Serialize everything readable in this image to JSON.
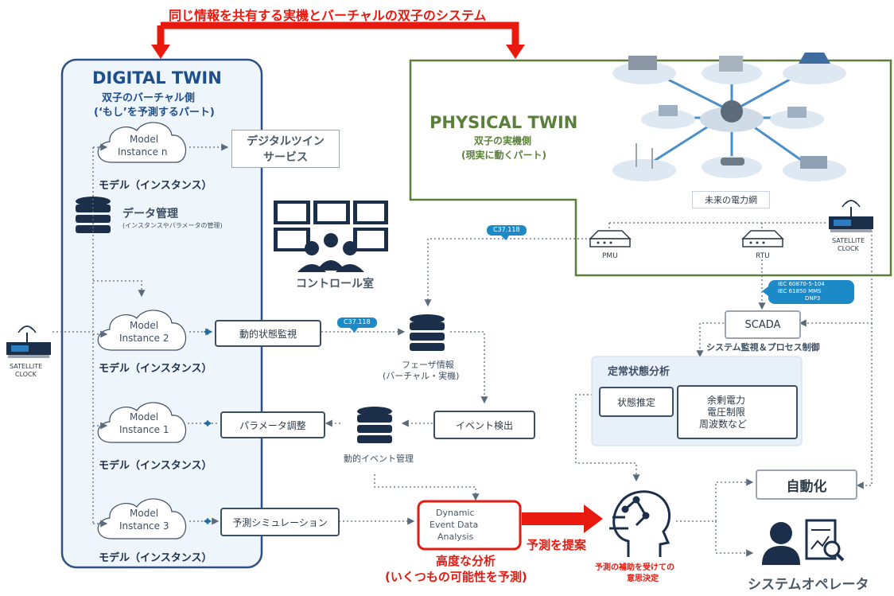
{
  "top_banner": "同じ情報を共有する実機とバーチャルの双子のシステム",
  "digital_twin": {
    "title": "DIGITAL TWIN",
    "subtitle1": "双子のバーチャル側",
    "subtitle2": "(‘もし’を予測するパート)",
    "models": [
      {
        "name": "Model",
        "instance": "Instance n",
        "caption": "モデル（インスタンス）"
      },
      {
        "name": "Model",
        "instance": "Instance 2",
        "caption": "モデル（インスタンス）"
      },
      {
        "name": "Model",
        "instance": "Instance 1",
        "caption": "モデル（インスタンス）"
      },
      {
        "name": "Model",
        "instance": "Instance 3",
        "caption": "モデル（インスタンス）"
      }
    ],
    "data_mgmt": "データ管理",
    "data_mgmt_sub": "(インスタンスやパラメータの管理)"
  },
  "digital_twin_service": {
    "line1": "デジタルツイン",
    "line2": "サービス"
  },
  "physical_twin": {
    "title": "PHYSICAL TWIN",
    "subtitle1": "双子の実機側",
    "subtitle2": "(現実に動くパート)",
    "grid_label": "未来の電力網"
  },
  "satellite_clock_left": {
    "line1": "SATELLITE",
    "line2": "CLOCK"
  },
  "satellite_clock_right": {
    "line1": "SATELLITE",
    "line2": "CLOCK"
  },
  "devices": {
    "pmu": "PMU",
    "rtu": "RTU"
  },
  "tags": {
    "c37_top": "C37.118",
    "c37_mid": "C37.118",
    "iec1": "IEC 60870-5-104",
    "iec2": "IEC 61850 MMS",
    "iec3": "DNP3"
  },
  "control_room": "コントロール室",
  "boxes": {
    "dynamic_monitoring": "動的状態監視",
    "parameter_adjust": "パラメータ調整",
    "prediction_sim": "予測シミュレーション",
    "event_detect": "イベント検出",
    "scada": "SCADA",
    "state_estimation": "状態推定",
    "automation": "自動化"
  },
  "phaser_info": {
    "line1": "フェーザ情報",
    "line2": "(バーチャル・実機)"
  },
  "dynamic_event_mgmt": "動的イベント管理",
  "scada_caption": "システム監視＆プロセス制御",
  "steady_state": {
    "title": "定常状態分析",
    "reserve_line1": "余剰電力",
    "reserve_line2": "電圧制限",
    "reserve_line3": "周波数など"
  },
  "dea": {
    "line1": "Dynamic",
    "line2": "Event Data",
    "line3": "Analysis"
  },
  "advanced_analysis": {
    "line1": "高度な分析",
    "line2": "(いくつもの可能性を予測)"
  },
  "propose": "予測を提案",
  "decision": {
    "line1": "予測の補助を受けての",
    "line2": "意思決定"
  },
  "operator": "システムオペレータ",
  "colors": {
    "blue_frame": "#2c4f86",
    "green": "#5a7f3a",
    "red": "#e8190f",
    "navy": "#1c2f4a"
  }
}
